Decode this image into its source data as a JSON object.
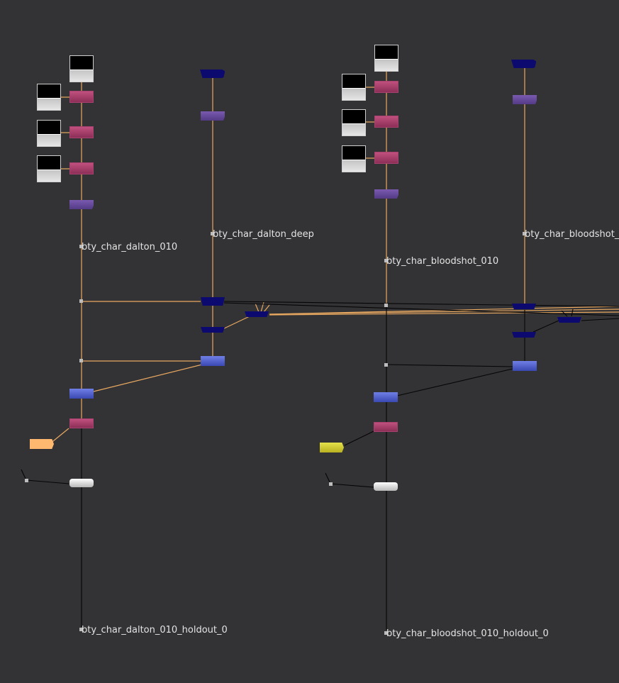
{
  "labels": {
    "dalton_010": "bty_char_dalton_010",
    "dalton_deep": "bty_char_dalton_deep",
    "bloodshot_010": "bty_char_bloodshot_010",
    "bloodshot_deep": "bty_char_bloodshot_",
    "dalton_holdout": "bty_char_dalton_010_holdout_0",
    "bloodshot_holdout": "bty_char_bloodshot_010_holdout_0"
  },
  "colors": {
    "background": "#333336",
    "pipe_orange": "#e8a860",
    "pipe_black": "#050505"
  }
}
